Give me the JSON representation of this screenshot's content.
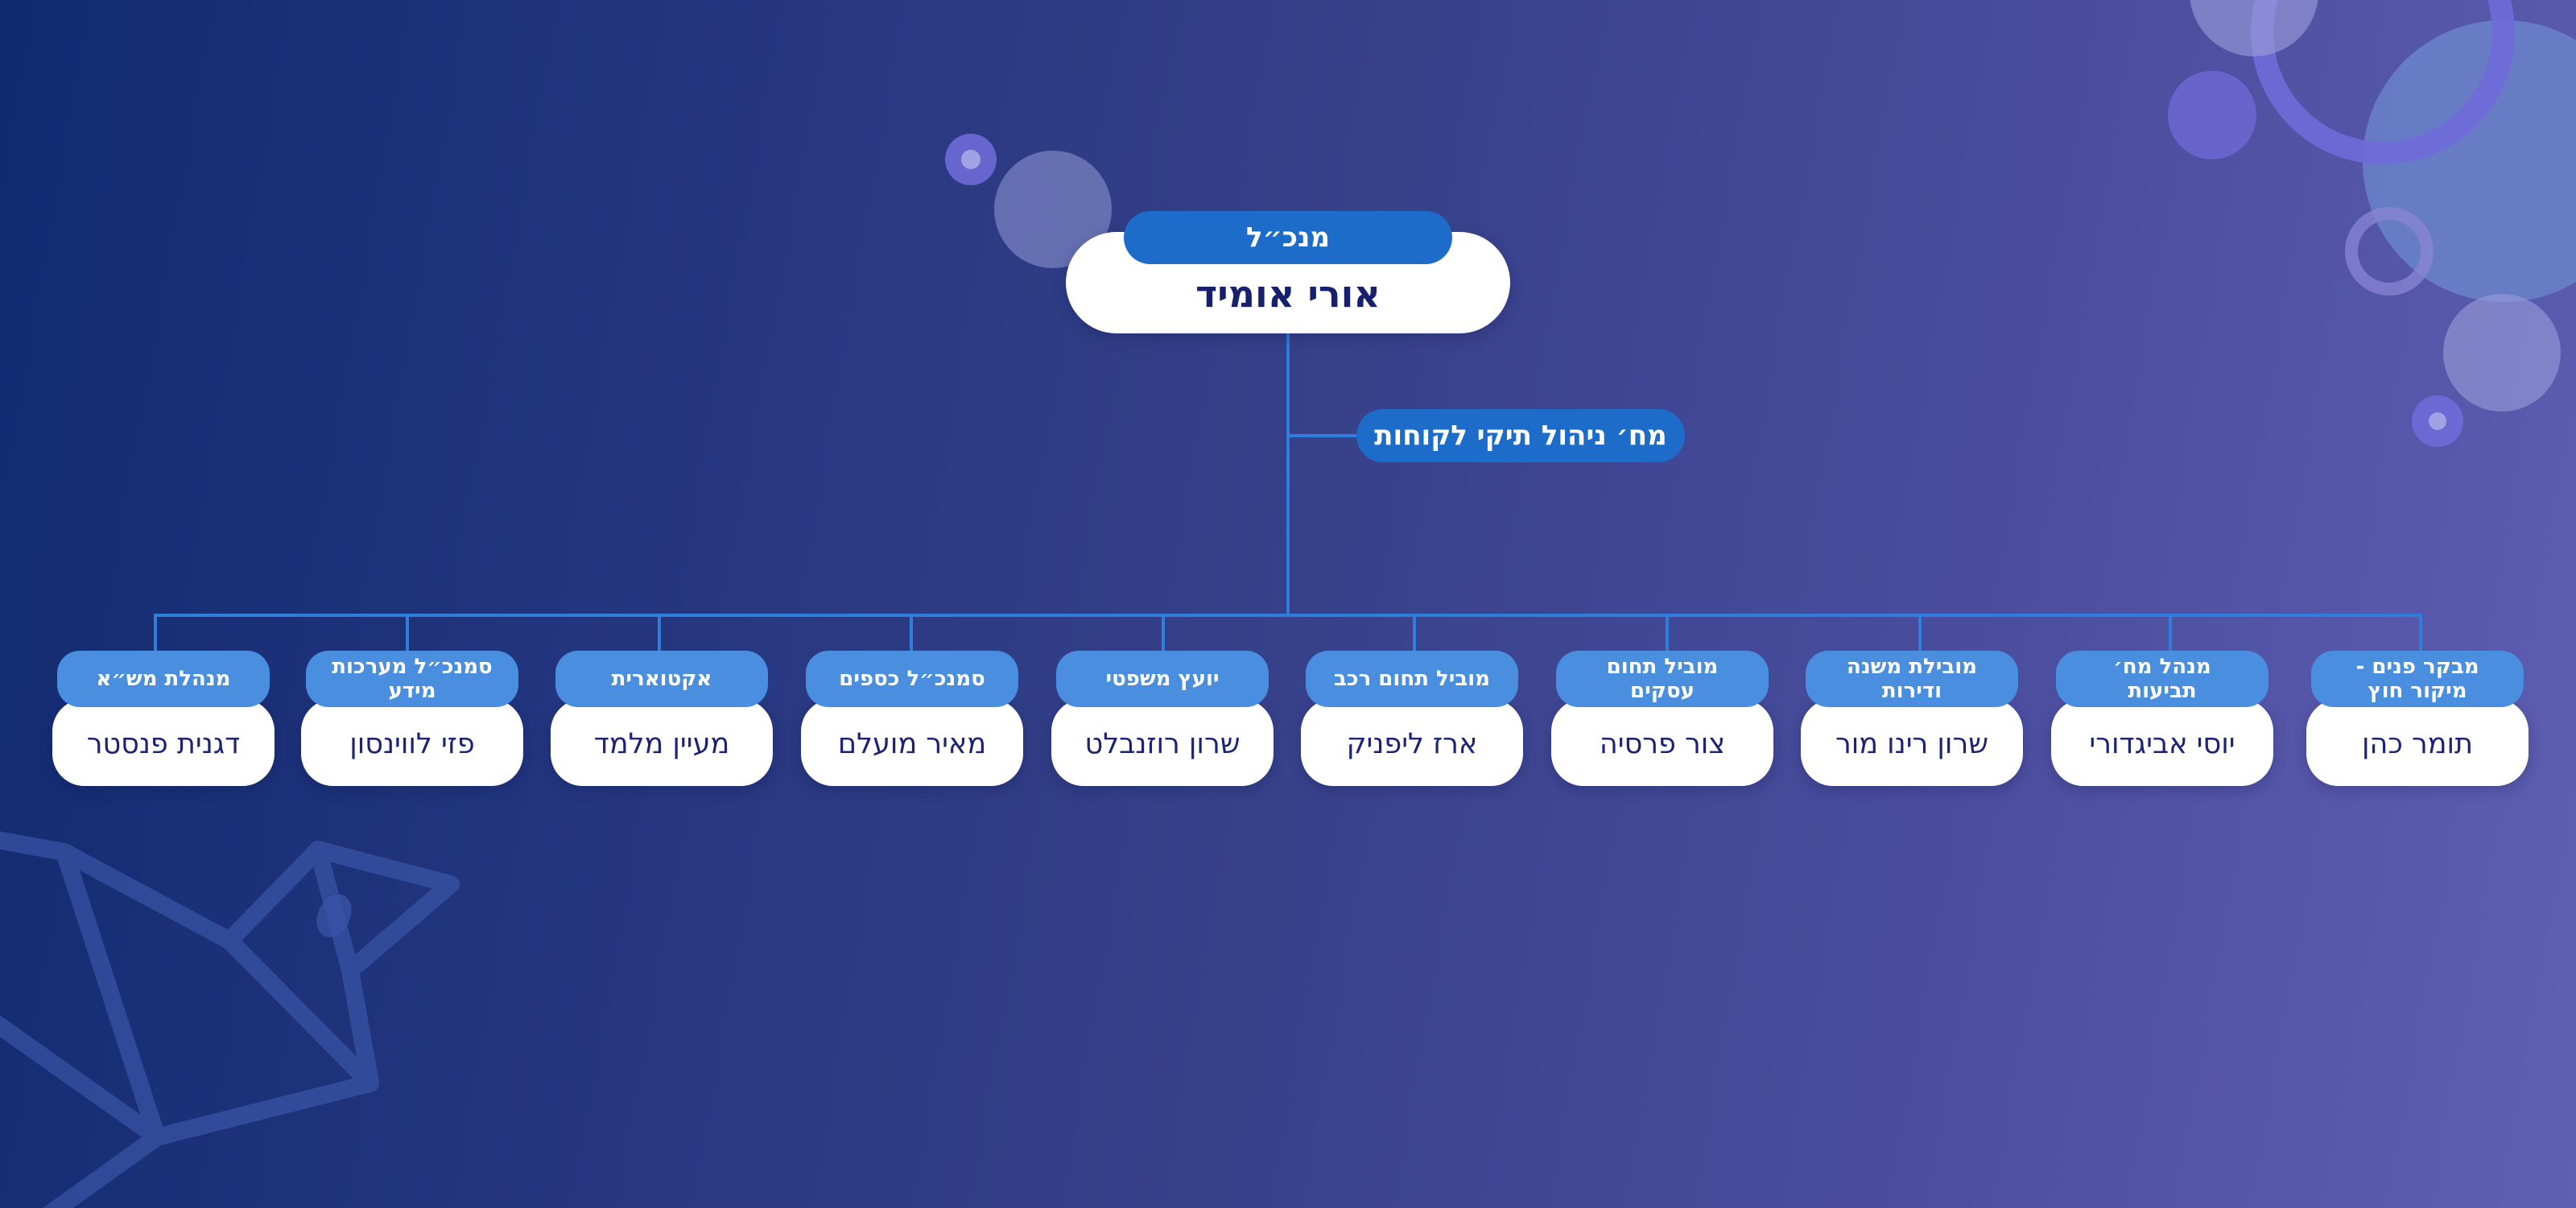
{
  "ceo": {
    "title": "מנכ״ל",
    "name": "אורי אומיד"
  },
  "side_unit": {
    "title": "מח׳ ניהול תיקי לקוחות"
  },
  "employees": [
    {
      "title": "מבקר פנים -\nמיקור חוץ",
      "name": "תומר כהן"
    },
    {
      "title": "מנהל מח׳\nתביעות",
      "name": "יוסי אביגדורי"
    },
    {
      "title": "מובילת משנה\nודירות",
      "name": "שרון רינו מור"
    },
    {
      "title": "מוביל תחום\nעסקים",
      "name": "צור פרסיה"
    },
    {
      "title": "מוביל תחום רכב",
      "name": "ארז ליפניק"
    },
    {
      "title": "יועץ משפטי",
      "name": "שרון רוזנבלט"
    },
    {
      "title": "סמנכ״ל כספים",
      "name": "מאיר מועלם"
    },
    {
      "title": "אקטוארית",
      "name": "מעיין מלמד"
    },
    {
      "title": "סמנכ״ל מערכות\nמידע",
      "name": "פזי לווינסון"
    },
    {
      "title": "מנהלת מש״א",
      "name": "דגנית פנסטר"
    }
  ],
  "colors": {
    "pill_dark": "#1d6cc9",
    "pill_light": "#4a8edf",
    "line": "#2f7ddd",
    "name_text": "#1b2474",
    "card": "#ffffff"
  },
  "icons": {
    "decor_bird": "bird-outline-icon"
  }
}
